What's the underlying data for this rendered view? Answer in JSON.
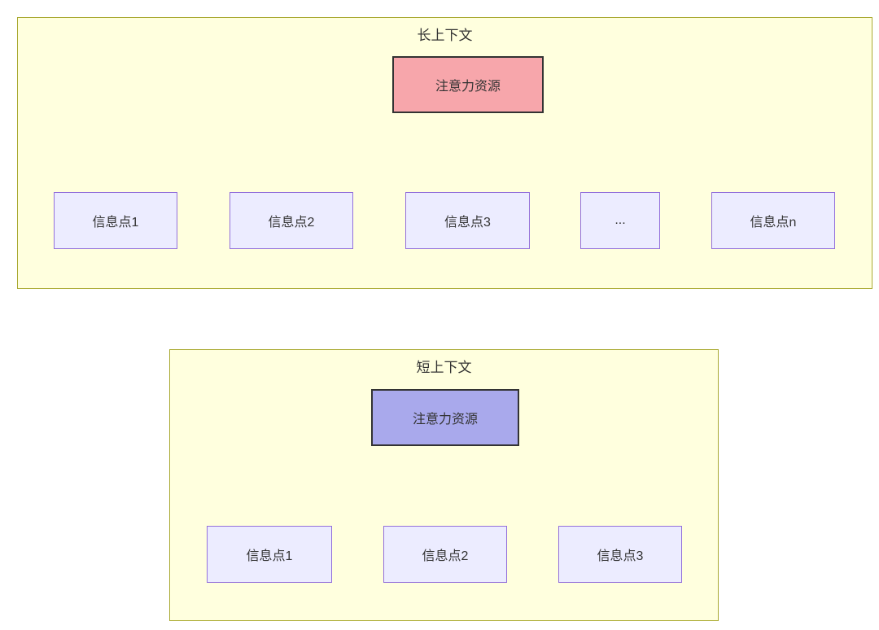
{
  "diagram": {
    "long_context": {
      "title": "长上下文",
      "root_label": "注意力资源",
      "nodes": [
        "信息点1",
        "信息点2",
        "信息点3",
        "...",
        "信息点n"
      ]
    },
    "short_context": {
      "title": "短上下文",
      "root_label": "注意力资源",
      "nodes": [
        "信息点1",
        "信息点2",
        "信息点3"
      ]
    },
    "colors": {
      "container_fill": "#ffffde",
      "container_border": "#aaaa33",
      "node_fill": "#ececff",
      "node_border": "#9370db",
      "attention_long_fill": "#f7a6ab",
      "attention_short_fill": "#a9a9ec",
      "attention_border": "#333333",
      "edge": "#333333",
      "text": "#333333"
    }
  }
}
